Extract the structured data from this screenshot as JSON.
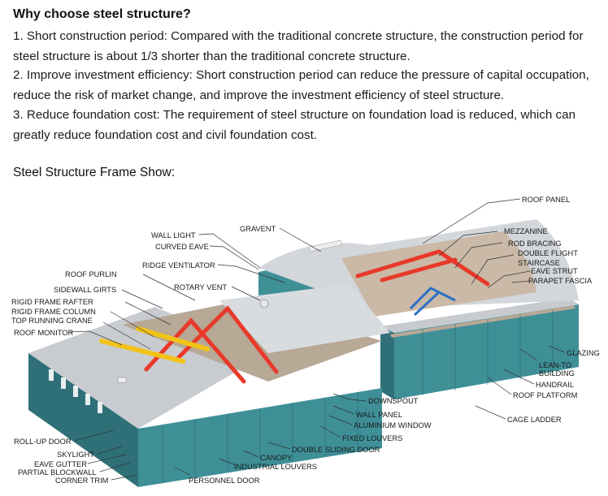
{
  "intro": {
    "heading": "Why choose steel structure?",
    "points": [
      "1. Short construction period: Compared with the traditional concrete structure, the construction period for steel structure is about 1/3 shorter than the traditional concrete structure.",
      "2. Improve investment efficiency: Short construction period can reduce the pressure of capital occupation, reduce the risk of market change, and improve the investment efficiency of steel structure.",
      "3. Reduce foundation cost: The requirement of steel structure on foundation load is reduced, which can greatly reduce foundation cost and civil foundation cost."
    ]
  },
  "frame": {
    "heading": "Steel Structure Frame Show:",
    "labels": {
      "roof_panel": "ROOF PANEL",
      "gravent": "GRAVENT",
      "wall_light": "WALL LIGHT",
      "curved_eave": "CURVED EAVE",
      "ridge_ventilator": "RIDGE VENTILATOR",
      "mezzanine": "MEZZANINE",
      "rod_bracing": "ROD BRACING",
      "double_flight_staircase_1": "DOUBLE FLIGHT",
      "double_flight_staircase_2": "STAIRCASE",
      "eave_strut": "EAVE STRUT",
      "parapet_fascia": "PARAPET FASCIA",
      "roof_purlin": "ROOF PURLIN",
      "rotary_vent": "ROTARY VENT",
      "sidewall_girts": "SIDEWALL GIRTS",
      "rigid_frame_rafter": "RIGID FRAME RAFTER",
      "rigid_frame_column": "RIGID FRAME COLUMN",
      "top_running_crane": "TOP RUNNING CRANE",
      "roof_monitor": "ROOF MONITOR",
      "glazing": "GLAZING",
      "lean_to_building_1": "LEAN-TO",
      "lean_to_building_2": "BUILDING",
      "handrail": "HANDRAIL",
      "roof_platform": "ROOF PLATFORM",
      "downspout": "DOWNSPOUT",
      "wall_panel": "WALL PANEL",
      "aluminium_window": "ALUMINIUM WINDOW",
      "cage_ladder": "CAGE LADDER",
      "fixed_louvers": "FIXED LOUVERS",
      "double_sliding_door": "DOUBLE SLIDING DOOR",
      "roll_up_door": "ROLL-UP DOOR",
      "skylight": "SKYLIGHT",
      "eave_gutter": "EAVE GUTTER",
      "partial_blockwall": "PARTIAL BLOCKWALL",
      "corner_trim": "CORNER TRIM",
      "canopy": "CANOPY",
      "industrial_louvers": "INDUSTRIAL LOUVERS",
      "personnel_door": "PERSONNEL DOOR"
    },
    "colors": {
      "wall": "#3f8f97",
      "wall_dark": "#2f7078",
      "roof": "#c8ccd0",
      "frame": "#e8392a",
      "crane": "#f2c318",
      "floor": "#b8a896",
      "stair": "#2d6fc7"
    }
  }
}
